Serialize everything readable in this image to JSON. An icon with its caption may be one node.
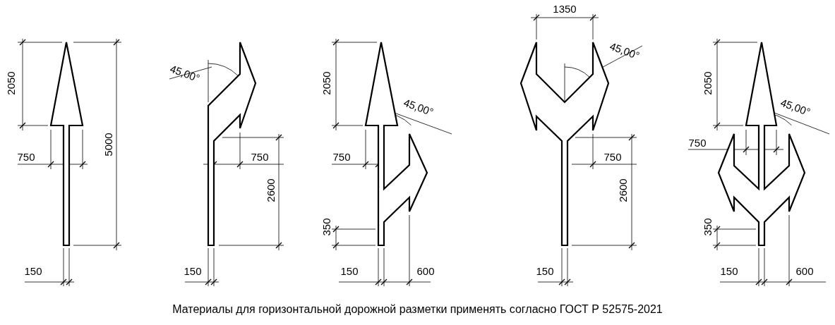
{
  "diagram": {
    "caption": "Материалы для горизонтальной дорожной разметки применять согласно ГОСТ Р 52575-2021",
    "labels": [
      "2050",
      "5000",
      "750",
      "150",
      "45,00°",
      "750",
      "2600",
      "150",
      "2050",
      "45,00°",
      "750",
      "350",
      "150",
      "600",
      "1350",
      "45,00°",
      "750",
      "2600",
      "150",
      "2050",
      "45,00°",
      "750",
      "350",
      "150",
      "600"
    ]
  }
}
